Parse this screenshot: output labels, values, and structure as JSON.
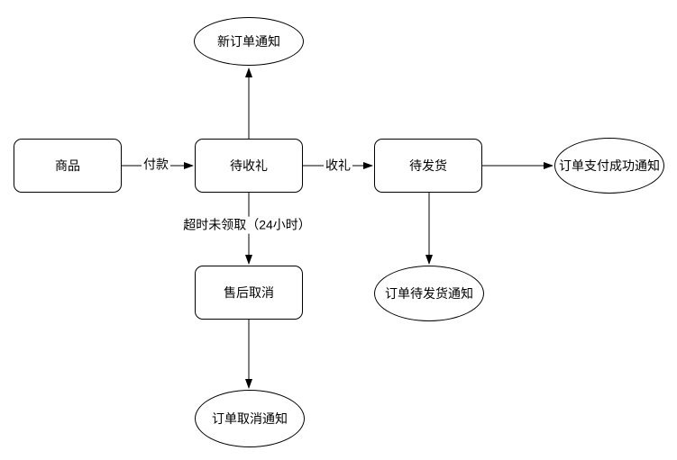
{
  "diagram": {
    "background_color": "#ffffff",
    "line_color": "#000000",
    "nodes": [
      {
        "id": "product",
        "shape": "rectangle",
        "label": "商品"
      },
      {
        "id": "pending-receive-gift",
        "shape": "rectangle",
        "label": "待收礼"
      },
      {
        "id": "pending-ship",
        "shape": "rectangle",
        "label": "待发货"
      },
      {
        "id": "aftersale-cancel",
        "shape": "rectangle",
        "label": "售后取消"
      },
      {
        "id": "new-order-notice",
        "shape": "ellipse",
        "label": "新订单通知"
      },
      {
        "id": "pay-success-notice",
        "shape": "ellipse",
        "label": "订单支付成功通知"
      },
      {
        "id": "pending-ship-notice",
        "shape": "ellipse",
        "label": "订单待发货通知"
      },
      {
        "id": "order-cancel-notice",
        "shape": "ellipse",
        "label": "订单取消通知"
      }
    ],
    "edges": [
      {
        "from": "product",
        "to": "pending-receive-gift",
        "label": "付款"
      },
      {
        "from": "pending-receive-gift",
        "to": "new-order-notice",
        "label": ""
      },
      {
        "from": "pending-receive-gift",
        "to": "pending-ship",
        "label": "收礼"
      },
      {
        "from": "pending-receive-gift",
        "to": "aftersale-cancel",
        "label": "超时未领取（24小时）"
      },
      {
        "from": "aftersale-cancel",
        "to": "order-cancel-notice",
        "label": ""
      },
      {
        "from": "pending-ship",
        "to": "pay-success-notice",
        "label": ""
      },
      {
        "from": "pending-ship",
        "to": "pending-ship-notice",
        "label": ""
      }
    ]
  }
}
